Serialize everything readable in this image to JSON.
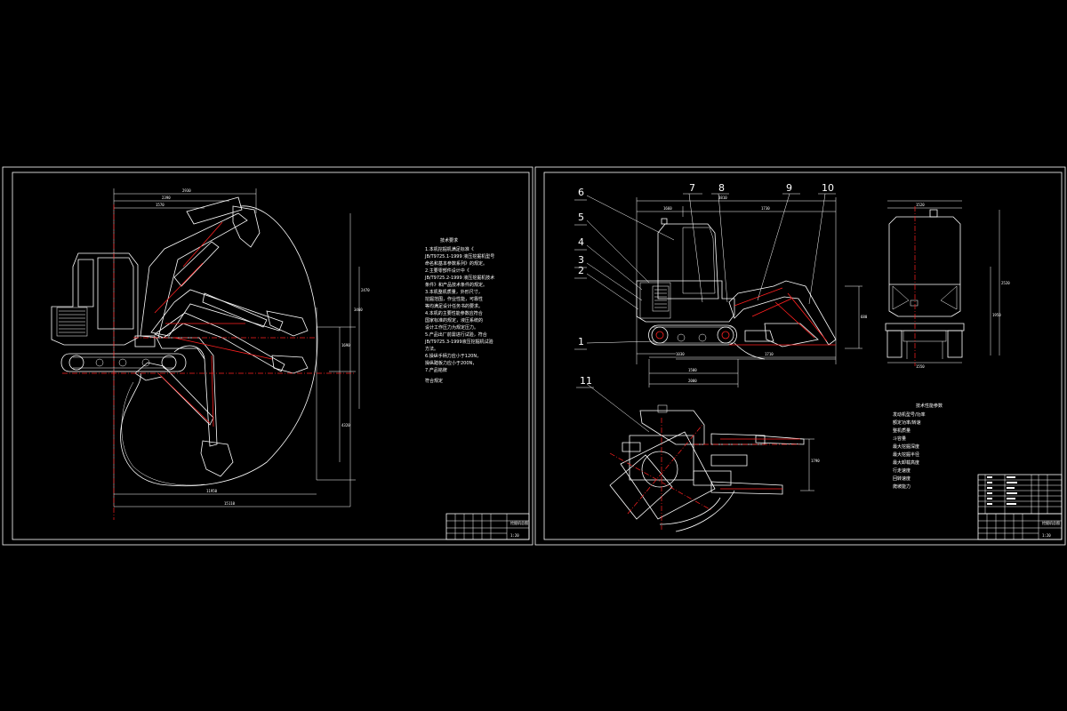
{
  "colors": {
    "background": "#000000",
    "lines": "#ffffff",
    "center_lines": "#ff2020"
  },
  "left_sheet": {
    "notes_title": "技术要求",
    "notes": [
      "1.本机挖掘机满足标准《",
      "JB/T9725.1-1999 液压挖掘机型号",
      "命名和基本参数系列》的规定。",
      "2.主要零部件设计中《",
      "JB/T9725.2-1999 液压挖掘机技术",
      "条件》和产品技术条件的规定。",
      "3.本机整机质量，外形尺寸，",
      "挖掘范围，作业性能，可靠性",
      "等均满足设计任务书的要求。",
      "4.本机的主要性能参数应符合",
      "国家标准的规定，液压系统的",
      "设计工作压力为规定压力。",
      "5.产品出厂前需进行试验，符合",
      "JB/T9725.3-1999液压挖掘机试验",
      "方法。",
      "6.操纵手柄力应小于120N，",
      "操纵踏板力应小于200N，",
      "7.产品铭牌",
      "符合规定"
    ],
    "title_block_name": "挖掘机总图"
  },
  "right_sheet": {
    "part_numbers": [
      "1",
      "2",
      "3",
      "4",
      "5",
      "6",
      "7",
      "8",
      "9",
      "10",
      "11"
    ],
    "params_title": "技术性能参数",
    "params": [
      "发动机型号/功率",
      "额定功率/转速",
      "整机质量",
      "斗容量",
      "最大挖掘深度",
      "最大挖掘半径",
      "最大卸载高度",
      "行走速度",
      "回转速度",
      "爬坡能力"
    ],
    "title_block_name": "挖掘机总图"
  }
}
